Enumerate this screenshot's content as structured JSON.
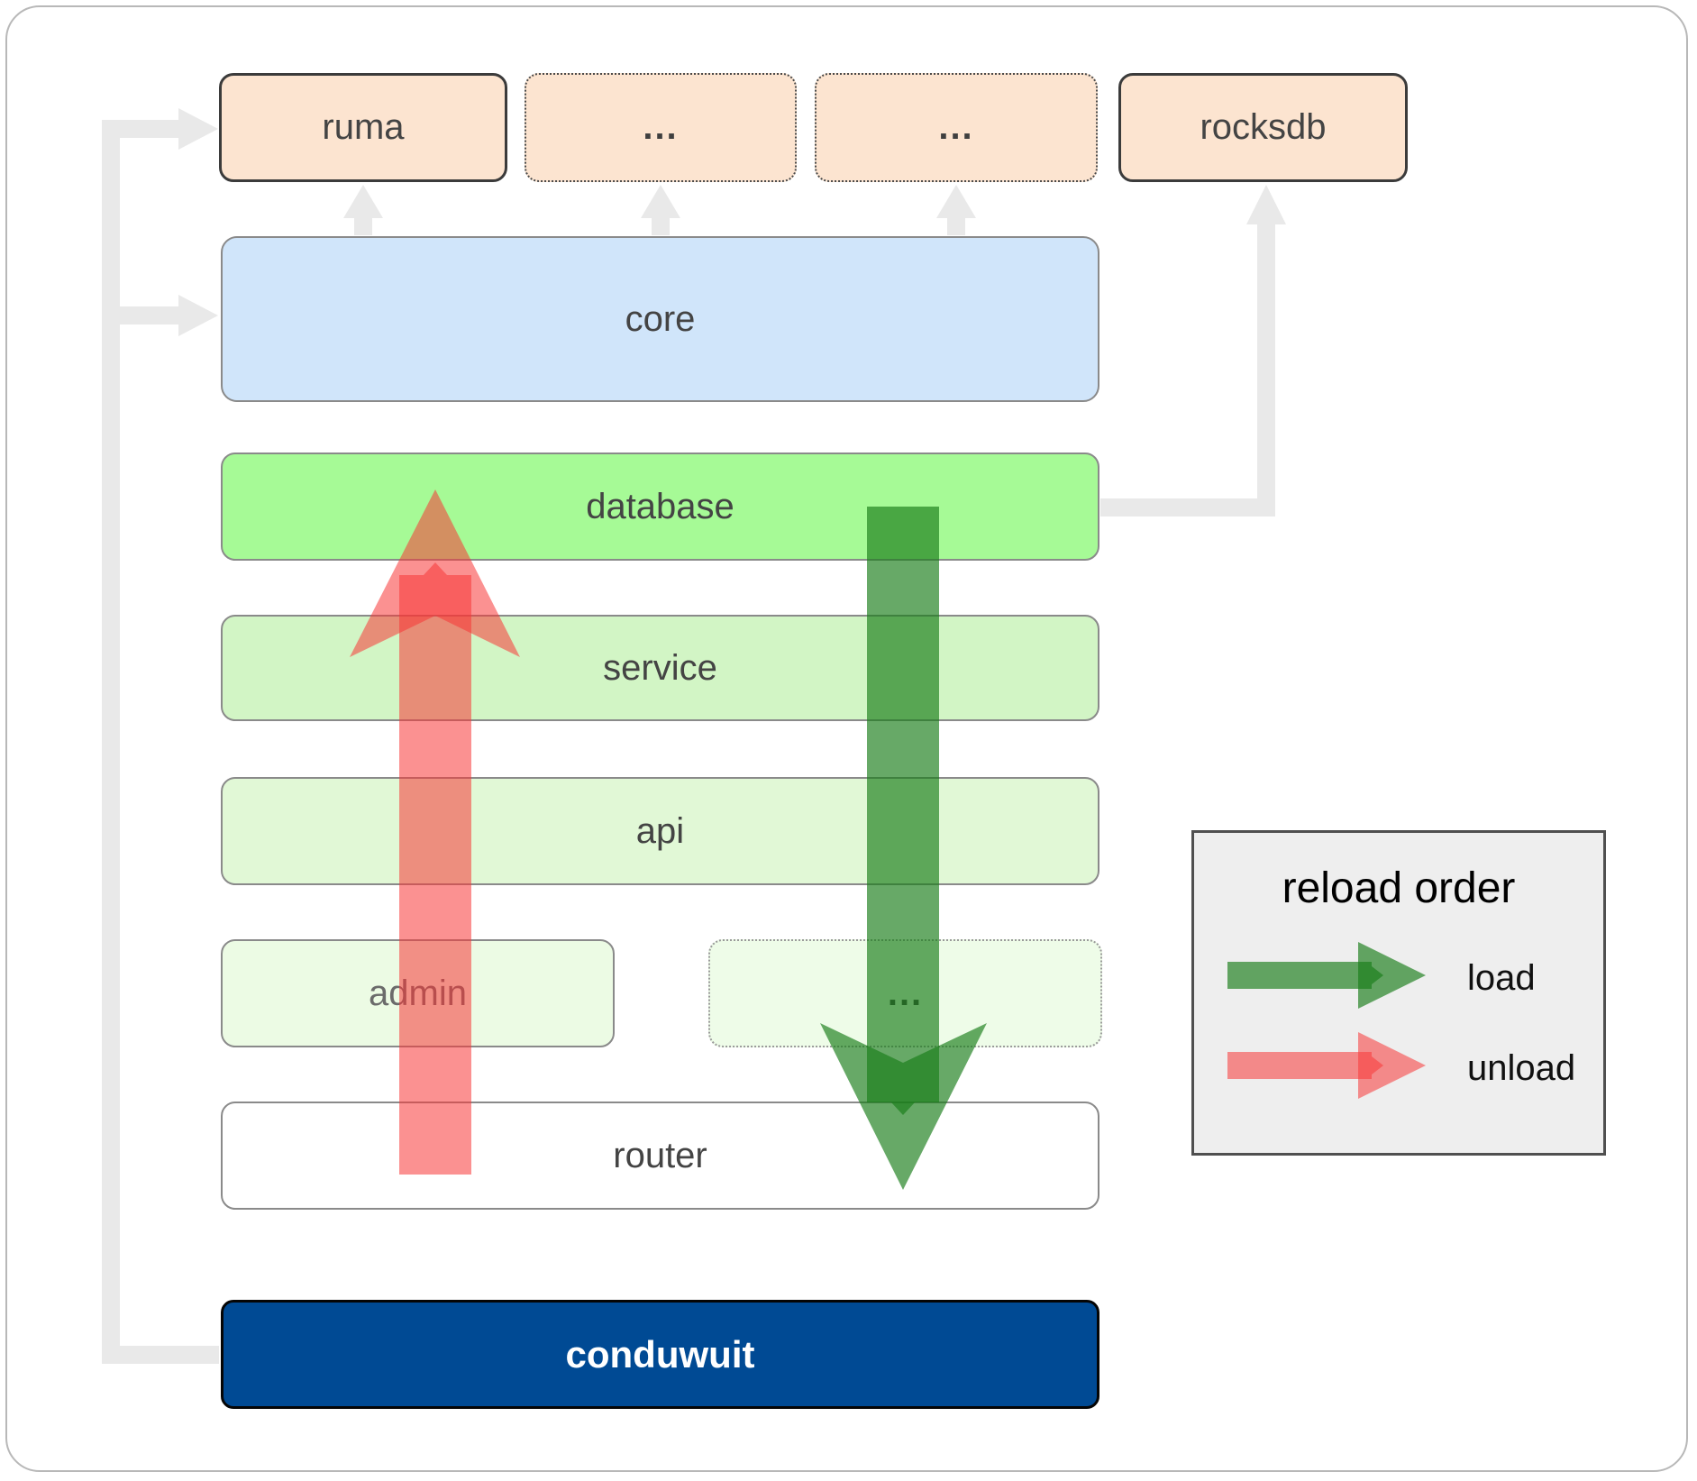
{
  "diagram": {
    "top_row": [
      {
        "id": "ruma",
        "label": "ruma",
        "fill": "#fce4d0",
        "border": "solid"
      },
      {
        "id": "dots1",
        "label": "...",
        "fill": "#fce4d0",
        "border": "dotted"
      },
      {
        "id": "dots2",
        "label": "...",
        "fill": "#fce4d0",
        "border": "dotted"
      },
      {
        "id": "rocksdb",
        "label": "rocksdb",
        "fill": "#fce4d0",
        "border": "solid"
      }
    ],
    "layers": [
      {
        "id": "core",
        "label": "core",
        "fill": "#d0e5fa"
      },
      {
        "id": "database",
        "label": "database",
        "fill": "#a6fa96"
      },
      {
        "id": "service",
        "label": "service",
        "fill": "#d2f5c5"
      },
      {
        "id": "api",
        "label": "api",
        "fill": "#e1f8d6"
      },
      {
        "id": "admin",
        "label": "admin",
        "fill": "#ecfbe4"
      },
      {
        "id": "dots3",
        "label": "...",
        "fill": "#eefce8"
      },
      {
        "id": "router",
        "label": "router",
        "fill": "#ffffff"
      },
      {
        "id": "conduwuit",
        "label": "conduwuit",
        "fill": "#004a94",
        "text_color": "#ffffff"
      }
    ]
  },
  "legend": {
    "title": "reload order",
    "items": [
      {
        "label": "load"
      },
      {
        "label": "unload"
      }
    ]
  },
  "colors": {
    "load_arrow": "rgb(25,125,25)",
    "unload_arrow": "rgb(248,55,55)",
    "connector": "#e9e9e9"
  }
}
